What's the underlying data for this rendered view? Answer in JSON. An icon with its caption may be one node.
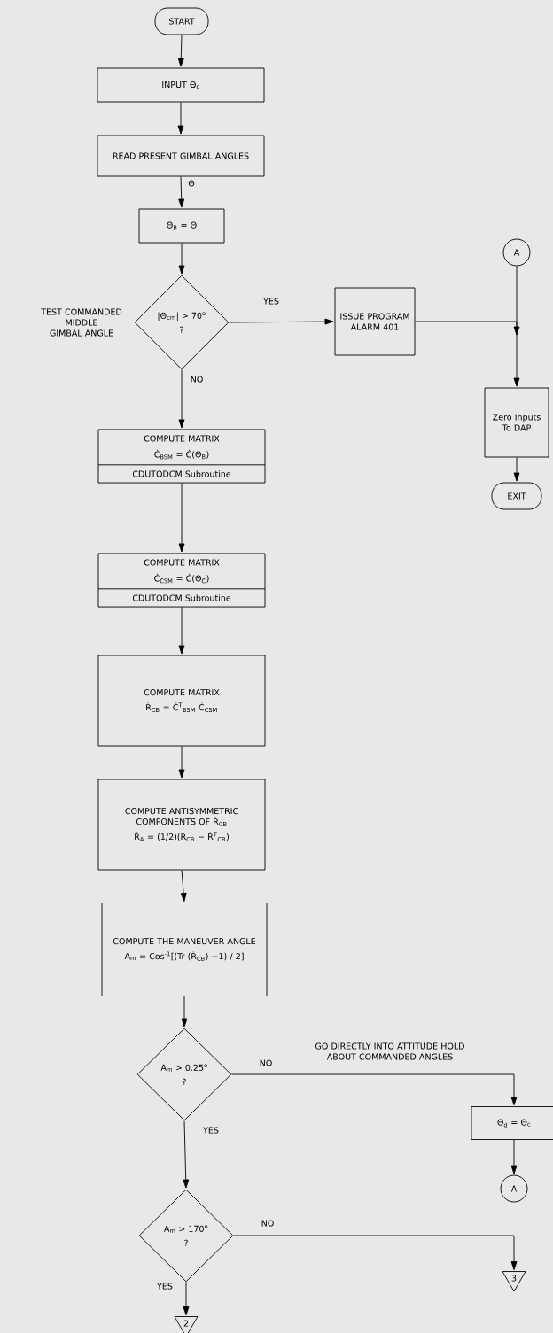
{
  "diagram": {
    "nodes": [
      {
        "text": [
          "START"
        ]
      },
      {
        "text": [
          "INPUT Θ$_{c}$"
        ]
      },
      {
        "text": [
          "READ PRESENT GIMBAL ANGLES"
        ],
        "beside": [
          "Θ"
        ]
      },
      {
        "text": [
          "Θ$_{B}$ = Θ"
        ]
      },
      {
        "text": [
          "|Θ$_{cm}$| > 70$^{o}$",
          "?"
        ],
        "beside": [
          "TEST COMMANDED MIDDLE GIMBAL ANGLE"
        ]
      },
      {
        "text": [
          "ISSUE PROGRAM ALARM 401"
        ]
      },
      {
        "text": [
          "A"
        ]
      },
      {
        "text": [
          "Zero Inputs To DAP"
        ]
      },
      {
        "text": [
          "EXIT"
        ]
      },
      {
        "text": [
          "COMPUTE MATRIX",
          "Ċ$_{BSM}$ = Ċ(Θ$_{B}$)",
          "CDUTODCM Subroutine"
        ]
      },
      {
        "text": [
          "COMPUTE MATRIX",
          "Ċ$_{CSM}$ = Ċ(Θ$_{C}$)",
          "CDUTODCM Subroutine"
        ]
      },
      {
        "text": [
          "COMPUTE MATRIX",
          "Ṙ$_{CB}$ = Ċ$^{T}$$_{BSM}$ Ċ$_{CSM}$"
        ]
      },
      {
        "text": [
          "COMPUTE ANTISYMMETRIC COMPONENTS OF Ṙ$_{CB}$",
          "Ṙ$_{A}$ = (1/2)(Ṙ$_{CB}$ − Ṙ$^{T}$$_{CB}$)"
        ]
      },
      {
        "text": [
          "COMPUTE THE MANEUVER ANGLE",
          "A$_{m}$ = Cos$^{-1}$[(Tr (Ṙ$_{CB}$) −1) / 2]"
        ]
      },
      {
        "text": [
          "A$_{m}$ > 0.25$^{o}$",
          "?"
        ]
      },
      {
        "text": [
          "Θ$_{d}$ = Θ$_{c}$"
        ]
      },
      {
        "text": [
          "A"
        ]
      },
      {
        "text": [
          "A$_{m}$ > 170$^{o}$",
          "?"
        ]
      },
      {
        "text": [
          "3"
        ]
      },
      {
        "text": [
          "2"
        ]
      }
    ],
    "edges": [
      {
        "from": 0,
        "to": 1,
        "arrow": "to"
      },
      {
        "from": 1,
        "to": 2,
        "arrow": "to"
      },
      {
        "from": 2,
        "to": 3,
        "arrow": "to"
      },
      {
        "from": 3,
        "to": 4,
        "arrow": "to"
      },
      {
        "from": 4,
        "to": 5,
        "arrow": "to",
        "label": "YES"
      },
      {
        "from": 4,
        "to": 9,
        "arrow": "to",
        "label": "NO"
      },
      {
        "from": 5,
        "to": 7,
        "arrow": "to"
      },
      {
        "from": 6,
        "to": 7,
        "arrow": "to"
      },
      {
        "from": 7,
        "to": 8,
        "arrow": "to"
      },
      {
        "from": 9,
        "to": 10,
        "arrow": "to"
      },
      {
        "from": 10,
        "to": 11,
        "arrow": "to"
      },
      {
        "from": 11,
        "to": 12,
        "arrow": "to"
      },
      {
        "from": 12,
        "to": 13,
        "arrow": "to"
      },
      {
        "from": 13,
        "to": 14,
        "arrow": "to"
      },
      {
        "from": 14,
        "to": 15,
        "arrow": "to",
        "label": "NO"
      },
      {
        "from": 14,
        "to": 17,
        "arrow": "to",
        "label": "YES"
      },
      {
        "from": 15,
        "to": 16,
        "arrow": "to"
      },
      {
        "from": 17,
        "to": 18,
        "arrow": "to",
        "label": "NO"
      },
      {
        "from": 17,
        "to": 19,
        "arrow": "to",
        "label": "YES"
      }
    ],
    "labels": [
      "GO DIRECTLY INTO ATTITUDE HOLD ABOUT COMMANDED ANGLES"
    ]
  }
}
